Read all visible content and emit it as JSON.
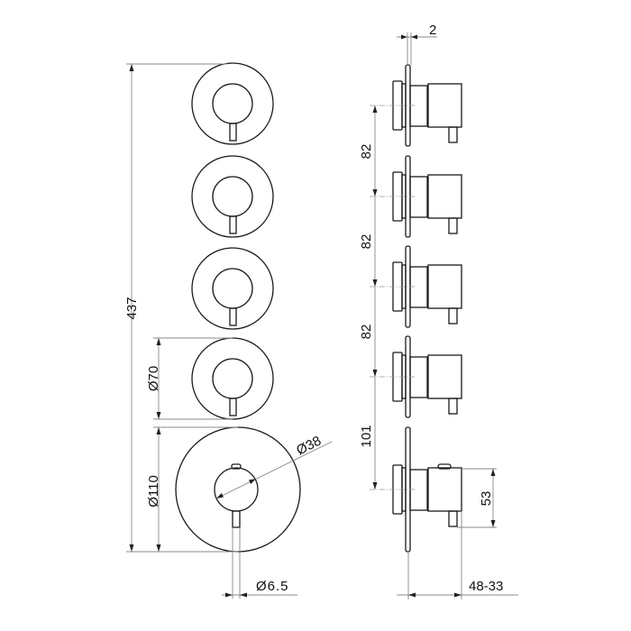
{
  "drawing": {
    "front_view": {
      "overall_height": "437",
      "small_plate_diameter": "Ø70",
      "large_plate_diameter": "Ø110",
      "knob_diameter": "Ø38",
      "lever_diameter": "Ø6.5"
    },
    "side_view": {
      "plate_thickness": "2",
      "spacings": [
        "82",
        "82",
        "82",
        "101"
      ],
      "body_height": "53",
      "projection": "48-33"
    }
  }
}
